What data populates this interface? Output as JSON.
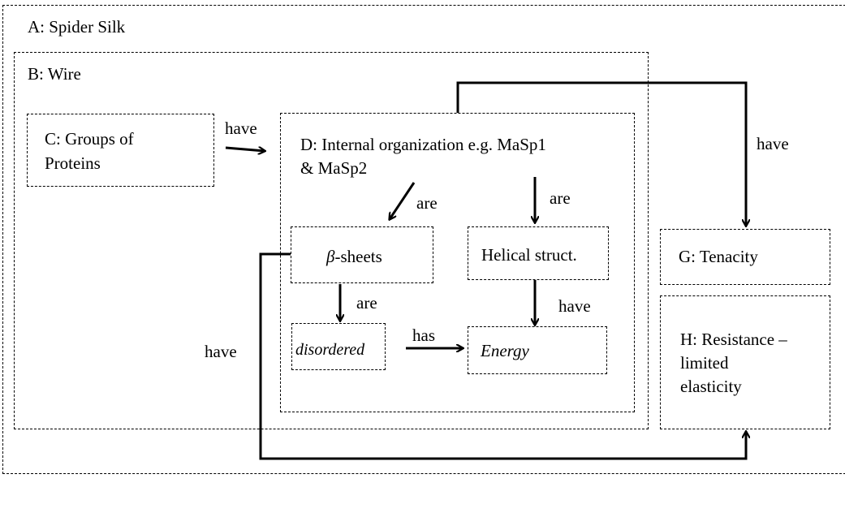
{
  "nodes": {
    "a": {
      "label": "A: Spider Silk"
    },
    "b": {
      "label": "B: Wire"
    },
    "c": {
      "line1": "C: Groups of",
      "line2": "Proteins"
    },
    "d": {
      "line1": "D: Internal organization e.g. MaSp1",
      "line2": "& MaSp2"
    },
    "beta": {
      "symbol": "β",
      "text": "-sheets"
    },
    "helical": {
      "label": "Helical struct."
    },
    "disordered": {
      "label": "disordered"
    },
    "energy": {
      "label": "Energy"
    },
    "g": {
      "label": "G: Tenacity"
    },
    "h": {
      "line1": "H: Resistance –",
      "line2": "limited",
      "line3": "elasticity"
    }
  },
  "edges": {
    "c_to_d": "have",
    "d_to_beta": "are",
    "d_to_helical": "are",
    "beta_to_disordered": "are",
    "helical_to_energy": "have",
    "disordered_to_energy": "has",
    "d_to_g": "have",
    "beta_to_h": "have"
  }
}
